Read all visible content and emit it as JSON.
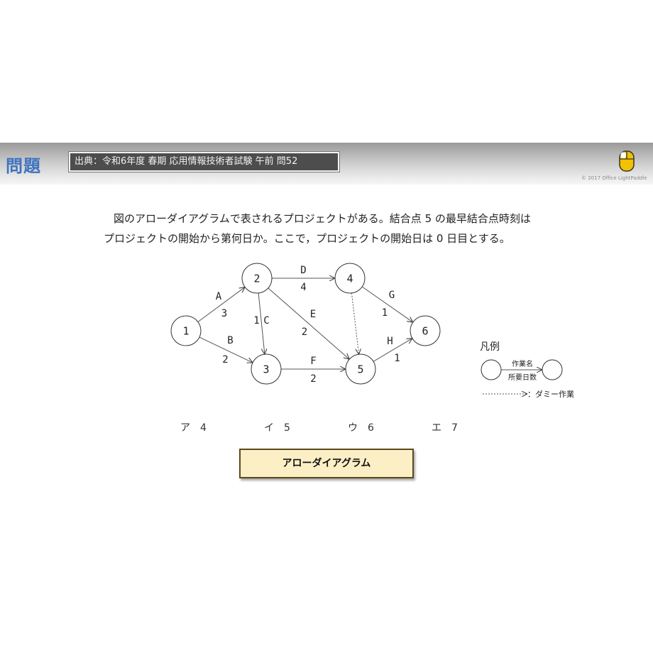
{
  "header": {
    "title": "問題",
    "source": "出典：令和6年度 春期 応用情報技術者試験 午前 問52",
    "copyright": "© 2017 Office LightPaddle"
  },
  "question": {
    "line1": "図のアローダイアグラムで表されるプロジェクトがある。結合点 5 の最早結合点時刻は",
    "line2": "プロジェクトの開始から第何日か。ここで，プロジェクトの開始日は 0 日目とする。"
  },
  "diagram": {
    "nodes": [
      "1",
      "2",
      "3",
      "4",
      "5",
      "6"
    ],
    "activities": [
      {
        "name": "A",
        "days": "3",
        "from": "1",
        "to": "2"
      },
      {
        "name": "B",
        "days": "2",
        "from": "1",
        "to": "3"
      },
      {
        "name": "C",
        "days": "1",
        "from": "2",
        "to": "3"
      },
      {
        "name": "D",
        "days": "4",
        "from": "2",
        "to": "4"
      },
      {
        "name": "E",
        "days": "2",
        "from": "2",
        "to": "5"
      },
      {
        "name": "F",
        "days": "2",
        "from": "3",
        "to": "5"
      },
      {
        "name": "G",
        "days": "1",
        "from": "4",
        "to": "6"
      },
      {
        "name": "H",
        "days": "1",
        "from": "5",
        "to": "6"
      }
    ],
    "dummy": {
      "from": "4",
      "to": "5"
    },
    "legend": {
      "title": "凡例",
      "activity_name": "作業名",
      "duration": "所要日数",
      "dummy_label": "：ダミー作業"
    }
  },
  "choices": [
    {
      "label": "ア",
      "value": "4"
    },
    {
      "label": "イ",
      "value": "5"
    },
    {
      "label": "ウ",
      "value": "6"
    },
    {
      "label": "エ",
      "value": "7"
    }
  ],
  "caption": "アローダイアグラム",
  "colors": {
    "title": "#3f73bf",
    "caption_bg": "#fcefc5",
    "mouse_yellow": "#f2c100"
  },
  "icons": [
    "mouse-icon"
  ]
}
